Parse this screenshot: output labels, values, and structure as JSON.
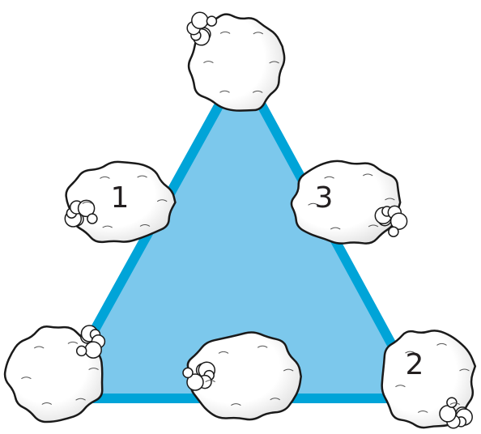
{
  "diagram": {
    "triangle_fill": "#7cc8ec",
    "triangle_stroke": "#00a4d8",
    "blob_fill": "#ffffff",
    "blob_stroke": "#1a1a1a",
    "icon": "lumpy-rock-icon",
    "labels": {
      "one": "1",
      "two": "2",
      "three": "3"
    }
  }
}
